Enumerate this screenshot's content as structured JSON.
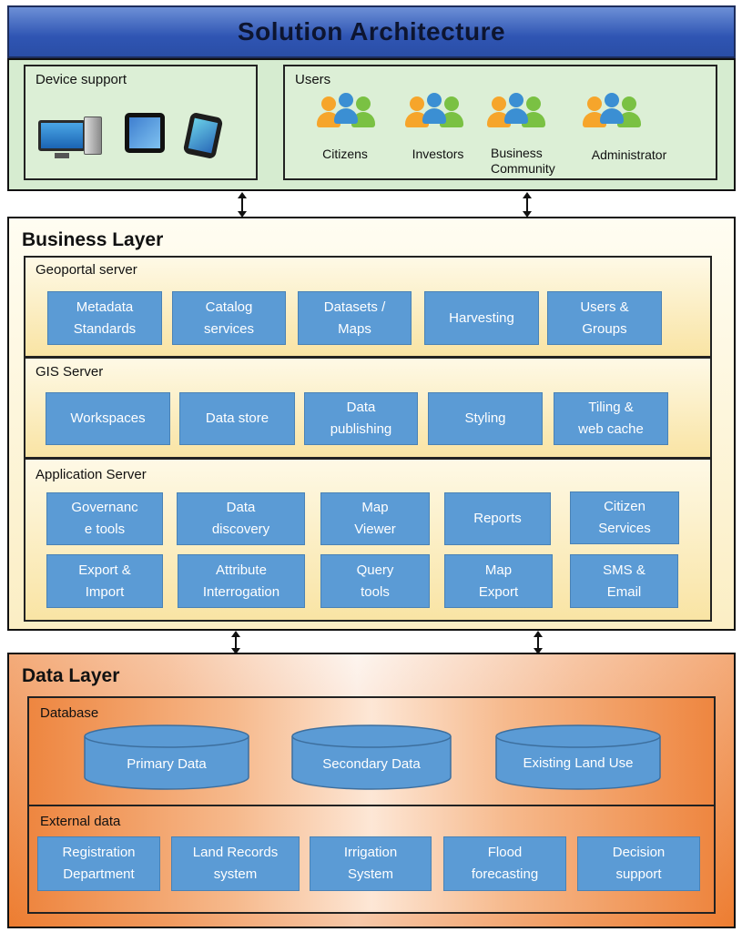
{
  "title": "Solution Architecture",
  "device_support": {
    "title": "Device support",
    "icons": [
      "desktop-computer-icon",
      "tablet-icon",
      "smartphone-icon"
    ]
  },
  "users": {
    "title": "Users",
    "items": [
      {
        "label": "Citizens",
        "icon": "user-group-icon"
      },
      {
        "label": "Investors",
        "icon": "user-group-icon"
      },
      {
        "label": "Business\nCommunity",
        "icon": "user-group-icon"
      },
      {
        "label": "Administrator",
        "icon": "user-group-icon"
      }
    ]
  },
  "business_layer": {
    "title": "Business Layer",
    "geoportal": {
      "title": "Geoportal server",
      "items": [
        "Metadata\nStandards",
        "Catalog\nservices",
        "Datasets /\nMaps",
        "Harvesting",
        "Users &\nGroups"
      ]
    },
    "gis": {
      "title": "GIS Server",
      "items": [
        "Workspaces",
        "Data store",
        "Data\npublishing",
        "Styling",
        "Tiling &\nweb cache"
      ]
    },
    "application": {
      "title": "Application Server",
      "row1": [
        "Governanc\ne tools",
        "Data\ndiscovery",
        "Map\nViewer",
        "Reports",
        "Citizen\nServices"
      ],
      "row2": [
        "Export &\nImport",
        "Attribute\nInterrogation",
        "Query\ntools",
        "Map\nExport",
        "SMS &\nEmail"
      ]
    }
  },
  "data_layer": {
    "title": "Data Layer",
    "database": {
      "title": "Database",
      "items": [
        "Primary Data",
        "Secondary Data",
        "Existing Land Use"
      ]
    },
    "external": {
      "title": "External data",
      "items": [
        "Registration\nDepartment",
        "Land Records\nsystem",
        "Irrigation\nSystem",
        "Flood\nforecasting",
        "Decision\nsupport"
      ]
    }
  },
  "colors": {
    "title_bar": "#2f55b3",
    "top_section": "#d6ecd0",
    "service_box": "#5b9bd5",
    "data_layer_accent": "#ed7d31"
  }
}
